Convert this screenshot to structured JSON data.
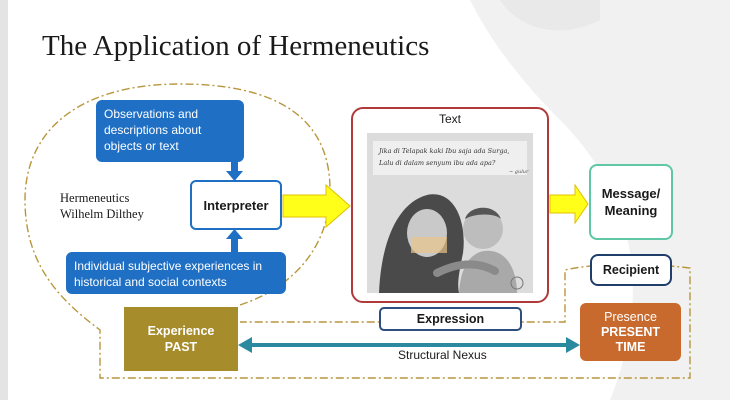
{
  "slide": {
    "title": "The Application of Hermeneutics",
    "observation_box": {
      "line1": "Observations and",
      "line2": "descriptions about",
      "line3": "objects or text"
    },
    "individual_box": {
      "line1": "Individual subjective experiences in",
      "line2": "historical and social contexts"
    },
    "interpreter_label": "Interpreter",
    "hermeneutics": {
      "line1": "Hermeneutics",
      "line2": "Wilhelm Dilthey"
    },
    "text_box": {
      "label": "Text",
      "caption_line1": "Jika di Telapak kaki Ibu saja ada Surga,",
      "caption_line2": "Lalu di dalam senyum ibu ada apa?",
      "signature": "~ gulur"
    },
    "message_box": {
      "line1": "Message/",
      "line2": "Meaning"
    },
    "recipient_label": "Recipient",
    "expression_label": "Expression",
    "past_box": {
      "line1": "Experience",
      "line2": "PAST"
    },
    "present_box": {
      "line1": "Presence",
      "line2": "PRESENT",
      "line3": "TIME"
    },
    "nexus_label": "Structural Nexus",
    "colors": {
      "blue_box": "#1f6fc4",
      "text_frame": "#b03a3a",
      "message_border": "#5fc6a6",
      "arrow_yellow": "#ffff1a",
      "past_gold": "#a78c2b",
      "present_orange": "#c86a2e",
      "nexus_teal": "#2b8aa0",
      "dash_gold": "#b8963c"
    }
  }
}
